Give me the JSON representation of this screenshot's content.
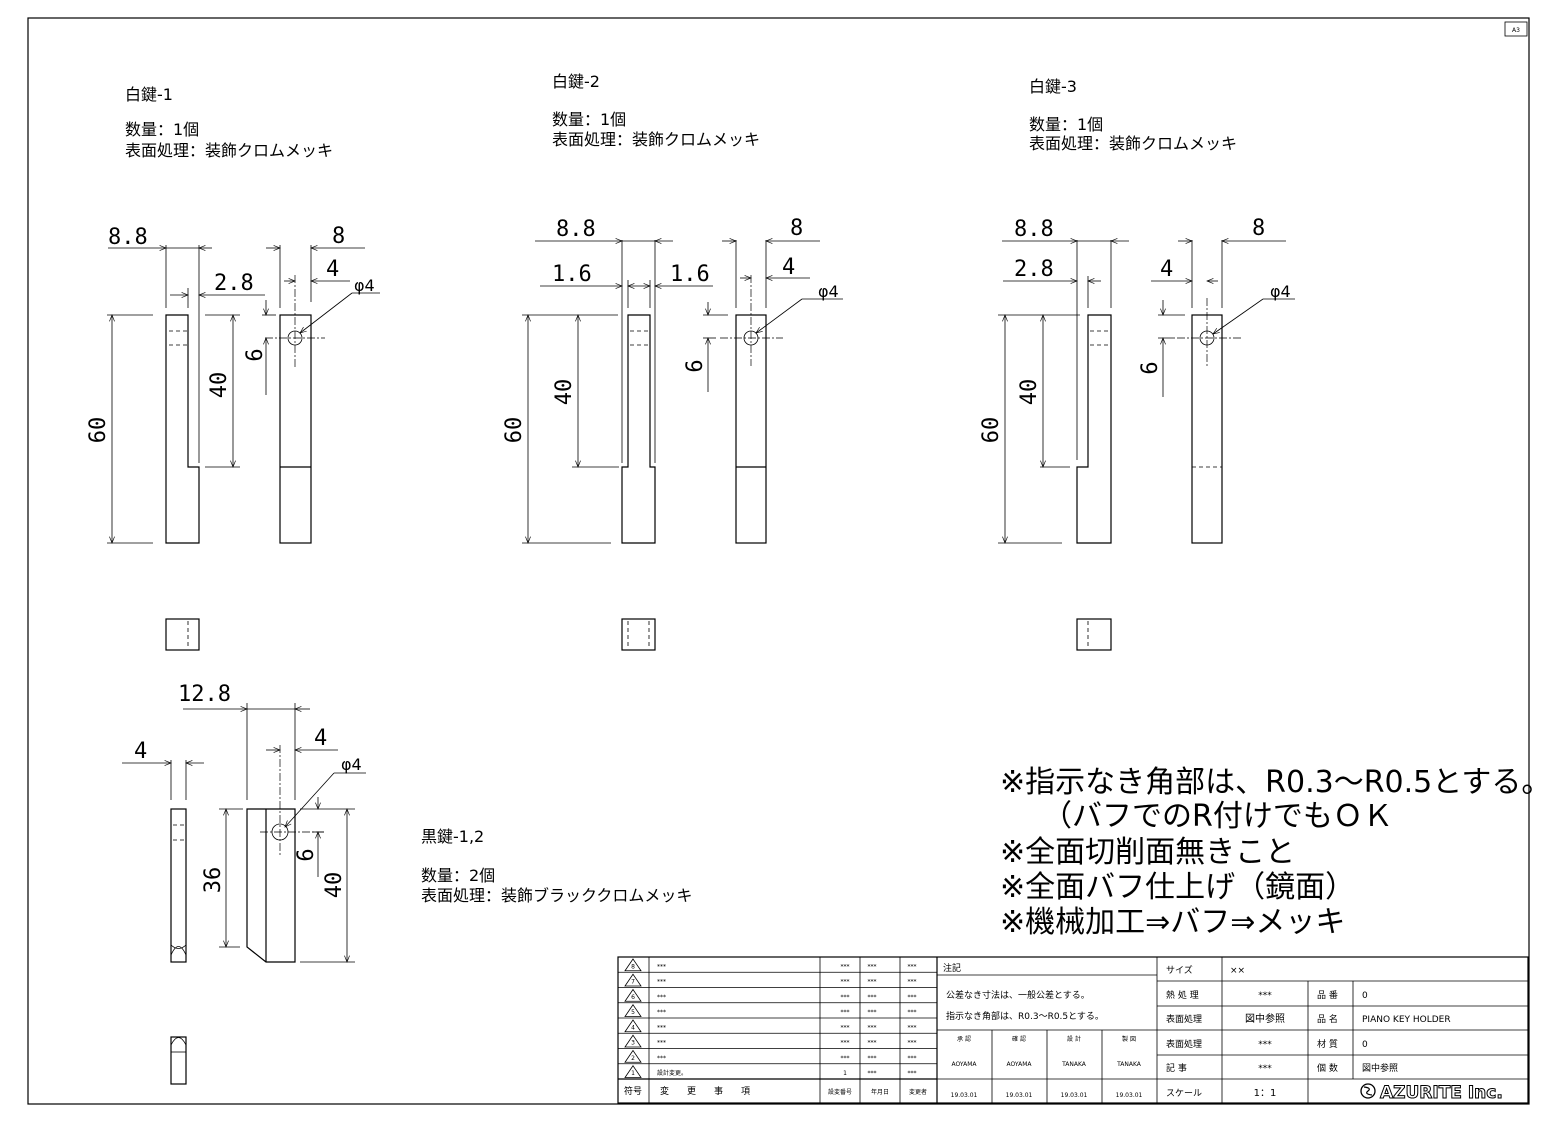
{
  "sheet_size": "A3",
  "parts": [
    {
      "title": "白鍵-1",
      "quantity": "数量：1個",
      "surface": "表面処理：装飾クロムメッキ",
      "dims": {
        "width_total": "8.8",
        "slot": "2.8",
        "height": "60",
        "slot_depth": "40",
        "front_width": "8",
        "hole_offset": "4",
        "hole_dia": "φ4",
        "hole_top": "6"
      }
    },
    {
      "title": "白鍵-2",
      "quantity": "数量：1個",
      "surface": "表面処理：装飾クロムメッキ",
      "dims": {
        "width_total": "8.8",
        "slot_left": "1.6",
        "slot_right": "1.6",
        "height": "60",
        "slot_depth": "40",
        "front_width": "8",
        "hole_offset": "4",
        "hole_dia": "φ4",
        "hole_top": "6"
      }
    },
    {
      "title": "白鍵-3",
      "quantity": "数量：1個",
      "surface": "表面処理：装飾クロムメッキ",
      "dims": {
        "width_total": "8.8",
        "slot": "2.8",
        "height": "60",
        "slot_depth": "40",
        "front_width": "8",
        "hole_offset": "4",
        "hole_dia": "φ4",
        "hole_top": "6"
      }
    },
    {
      "title": "黒鍵-1,2",
      "quantity": "数量：2個",
      "surface": "表面処理：装飾ブラッククロムメッキ",
      "dims": {
        "thickness": "4",
        "width_total": "12.8",
        "hole_offset": "4",
        "hole_dia": "φ4",
        "height_short": "36",
        "hole_top": "6",
        "height": "40"
      }
    }
  ],
  "notes": [
    "※指示なき角部は、R0.3～R0.5とする。",
    "（バフでのR付けでもＯＫ",
    "※全面切削面無きこと",
    "※全面バフ仕上げ（鏡面）",
    "※機械加工⇒バフ⇒メッキ"
  ],
  "title_block": {
    "revisions": [
      {
        "symbol": "8",
        "content": "***",
        "no": "***",
        "date": "***",
        "by": "***"
      },
      {
        "symbol": "7",
        "content": "***",
        "no": "***",
        "date": "***",
        "by": "***"
      },
      {
        "symbol": "6",
        "content": "***",
        "no": "***",
        "date": "***",
        "by": "***"
      },
      {
        "symbol": "5",
        "content": "***",
        "no": "***",
        "date": "***",
        "by": "***"
      },
      {
        "symbol": "4",
        "content": "***",
        "no": "***",
        "date": "***",
        "by": "***"
      },
      {
        "symbol": "3",
        "content": "***",
        "no": "***",
        "date": "***",
        "by": "***"
      },
      {
        "symbol": "2",
        "content": "***",
        "no": "***",
        "date": "***",
        "by": "***"
      },
      {
        "symbol": "1",
        "content": "設計変更。",
        "no": "1",
        "date": "***",
        "by": "***"
      }
    ],
    "rev_headers": {
      "symbol": "符号",
      "content": "変　　更　　事　　項",
      "no": "設変番号",
      "date": "年月日",
      "by": "変更者"
    },
    "notes_label": "注記",
    "note_lines": [
      "公差なき寸法は、一般公差とする。",
      "指示なき角部は、R0.3～R0.5とする。"
    ],
    "signatures": [
      {
        "role": "承 認",
        "name": "AOYAMA",
        "date": "19.03.01"
      },
      {
        "role": "確 認",
        "name": "AOYAMA",
        "date": "19.03.01"
      },
      {
        "role": "設 計",
        "name": "TANAKA",
        "date": "19.03.01"
      },
      {
        "role": "製 図",
        "name": "TANAKA",
        "date": "19.03.01"
      }
    ],
    "size_label": "サイズ",
    "size_value": "××",
    "heat_label": "熱 処 理",
    "heat_value": "***",
    "surface_label": "表面処理",
    "surface_value": "図中参照",
    "surface2_label": "表面処理",
    "surface2_value": "***",
    "remarks_label": "記 事",
    "remarks_value": "***",
    "scale_label": "スケール",
    "scale_value": "1：1",
    "part_no_label": "品 番",
    "part_no_value": "0",
    "part_name_label": "品 名",
    "part_name_value": "PIANO KEY HOLDER",
    "material_label": "材 質",
    "material_value": "0",
    "qty_label": "個 数",
    "qty_value": "図中参照",
    "company": "AZURITE Inc."
  }
}
